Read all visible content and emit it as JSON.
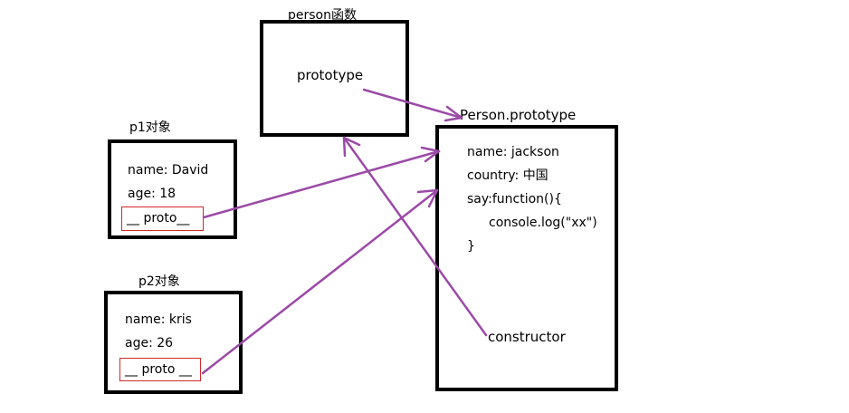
{
  "person_fn": {
    "title": "person函数",
    "prototype_label": "prototype"
  },
  "person_prototype": {
    "title": "Person.prototype",
    "lines": [
      "name: jackson",
      "country: 中国",
      "say:function(){",
      "console.log(\"xx\")",
      "}"
    ],
    "constructor_label": "constructor"
  },
  "p1": {
    "title": "p1对象",
    "name": "name: David",
    "age": "age: 18",
    "proto": "__ proto__"
  },
  "p2": {
    "title": "p2对象",
    "name": "name: kris",
    "age": "age: 26",
    "proto": "__ proto __"
  },
  "colors": {
    "arrow": "#9b4aa6",
    "box_border": "#000000",
    "proto_border": "#d12a2a"
  }
}
